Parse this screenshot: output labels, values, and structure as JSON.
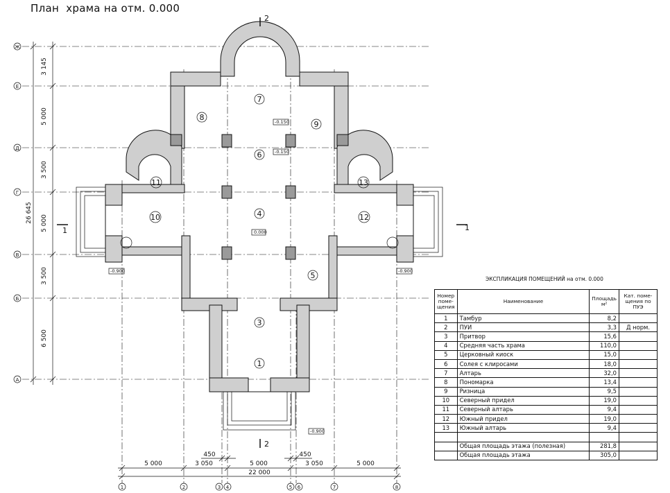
{
  "title": "План  храма на отм. 0.000",
  "axes_letters": [
    "Ж",
    "Е",
    "Д",
    "Г",
    "В",
    "Б",
    "А"
  ],
  "axes_numbers": [
    "1",
    "2",
    "3",
    "4",
    "5",
    "6",
    "7",
    "8"
  ],
  "vertical_dims": [
    "3 145",
    "5 000",
    "3 500",
    "5 000",
    "3 500",
    "6 500"
  ],
  "vertical_total": "26 645",
  "horizontal_dims": [
    "5 000",
    "3 050",
    "5 000",
    "3 050",
    "5 000"
  ],
  "horizontal_small": [
    "450",
    "450"
  ],
  "horizontal_total": "22 000",
  "section_marks": {
    "top": "2",
    "bottom": "2",
    "left": "1",
    "right": "1"
  },
  "room_numbers": [
    "1",
    "3",
    "4",
    "5",
    "6",
    "7",
    "8",
    "9",
    "10",
    "11",
    "12",
    "13"
  ],
  "elevations": [
    "-0.150",
    "-0.150",
    "0.000",
    "-0.900",
    "-0.900",
    "-0.900"
  ],
  "explication": {
    "title": "ЭКСПЛИКАЦИЯ ПОМЕЩЕНИЙ на отм. 0.000",
    "headers": {
      "num": "Номер поме- щения",
      "name": "Наименование",
      "area": "Площадь м²",
      "cat": "Кат. поме- щения по ПУЭ"
    },
    "rows": [
      {
        "num": "1",
        "name": "Тамбур",
        "area": "8,2",
        "cat": ""
      },
      {
        "num": "2",
        "name": "ПУИ",
        "area": "3,3",
        "cat": "Д норм."
      },
      {
        "num": "3",
        "name": "Притвор",
        "area": "15,6",
        "cat": ""
      },
      {
        "num": "4",
        "name": "Средняя часть храма",
        "area": "110,0",
        "cat": ""
      },
      {
        "num": "5",
        "name": "Церковный киоск",
        "area": "15,0",
        "cat": ""
      },
      {
        "num": "6",
        "name": "Солея с клиросами",
        "area": "18,0",
        "cat": ""
      },
      {
        "num": "7",
        "name": "Алтарь",
        "area": "32,0",
        "cat": ""
      },
      {
        "num": "8",
        "name": "Пономарка",
        "area": "13,4",
        "cat": ""
      },
      {
        "num": "9",
        "name": "Ризница",
        "area": "9,5",
        "cat": ""
      },
      {
        "num": "10",
        "name": "Северный придел",
        "area": "19,0",
        "cat": ""
      },
      {
        "num": "11",
        "name": "Северный алтарь",
        "area": "9,4",
        "cat": ""
      },
      {
        "num": "12",
        "name": "Южный придел",
        "area": "19,0",
        "cat": ""
      },
      {
        "num": "13",
        "name": "Южный алтарь",
        "area": "9,4",
        "cat": ""
      },
      {
        "num": "",
        "name": "",
        "area": "",
        "cat": ""
      },
      {
        "num": "",
        "name": "Общая площадь этажа (полезная)",
        "area": "281,8",
        "cat": ""
      },
      {
        "num": "",
        "name": "Общая площадь этажа",
        "area": "305,0",
        "cat": ""
      }
    ]
  }
}
